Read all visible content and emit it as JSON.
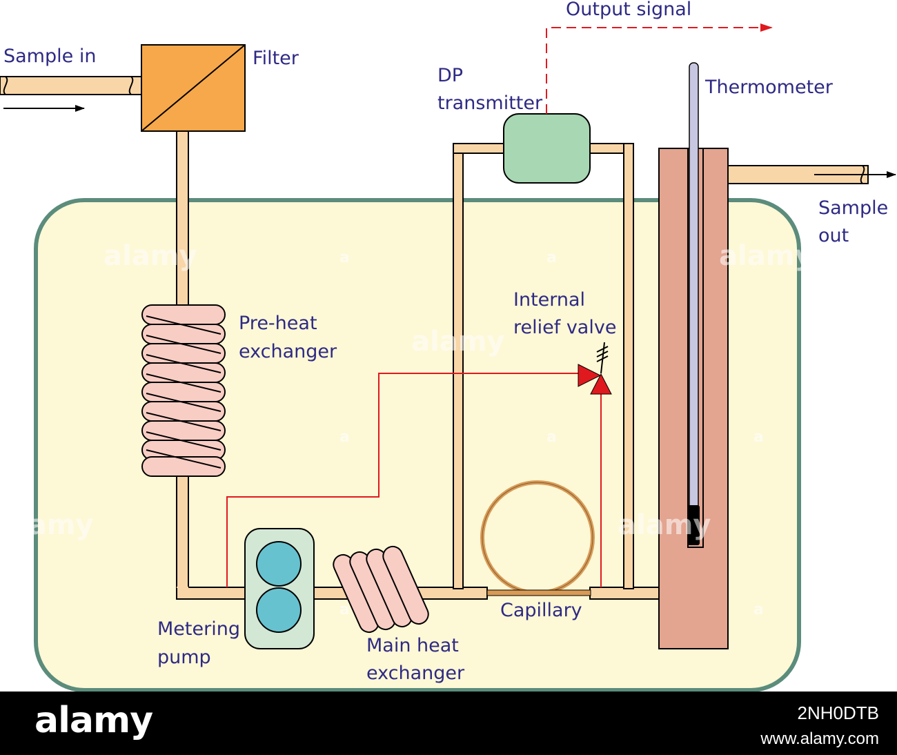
{
  "labels": {
    "sample_in": "Sample in",
    "filter": "Filter",
    "output_signal": "Output signal",
    "dp_line1": "DP",
    "dp_line2": "transmitter",
    "thermometer": "Thermometer",
    "sample_out_line1": "Sample",
    "sample_out_line2": "out",
    "internal_line1": "Internal",
    "internal_line2": "relief valve",
    "preheat_line1": "Pre-heat",
    "preheat_line2": "exchanger",
    "metering_line1": "Metering",
    "metering_line2": "pump",
    "mainheat_line1": "Main heat",
    "mainheat_line2": "exchanger",
    "capillary": "Capillary"
  },
  "watermark": {
    "text": "alamy",
    "small": "a"
  },
  "footer": {
    "logo": "alamy",
    "image_id": "2NH0DTB",
    "url": "www.alamy.com"
  },
  "colors": {
    "label_text": "#2e2a84",
    "enclosure_fill": "#fdf8d6",
    "enclosure_border": "#5b8c7c",
    "pipe_fill": "#f8d6a8",
    "filter_fill": "#f6a84a",
    "coil_fill": "#f8cdc4",
    "dp_fill": "#a8d7b3",
    "pump_body": "#d3e7d5",
    "pump_rotor": "#67c2cf",
    "capillary": "#d89a55",
    "red_line": "#e0191f",
    "thermowell": "#e3a490",
    "thermometer_stem": "#c7c7e2",
    "footer_bg": "#000000"
  }
}
